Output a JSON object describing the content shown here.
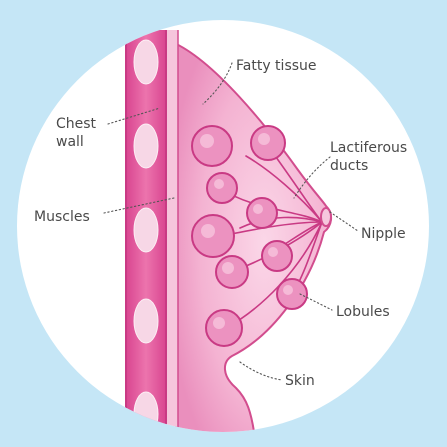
{
  "labels": {
    "fatty_tissue": "Fatty tissue",
    "chest_wall_line1": "Chest",
    "chest_wall_line2": "wall",
    "lactiferous_line1": "Lactiferous",
    "lactiferous_line2": "ducts",
    "muscles": "Muscles",
    "nipple": "Nipple",
    "lobules": "Lobules",
    "skin": "Skin"
  },
  "colors": {
    "background": "#c5e6f6",
    "circle": "#ffffff",
    "tissue_fill": "#f5bcd8",
    "tissue_edge": "#d24d8e",
    "lobule_fill": "#ec92c0",
    "lobule_edge": "#c93a84",
    "chest_wall": "#e25a9c",
    "ovals": "#f7d7e6",
    "label_text": "#4a4a4a"
  }
}
